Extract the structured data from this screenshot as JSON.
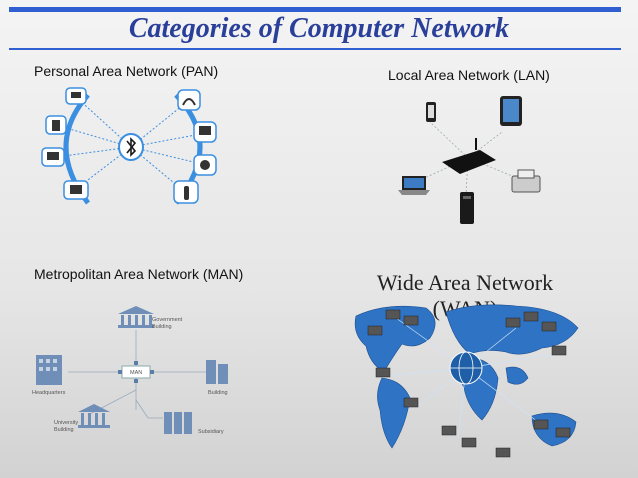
{
  "slide": {
    "title": "Categories of Computer Network"
  },
  "pan": {
    "label": "Personal Area Network  (PAN)",
    "center_icon": "bluetooth-icon",
    "left_devices": [
      "laptop-icon",
      "tablet-icon",
      "tv-icon",
      "printer-icon"
    ],
    "right_devices": [
      "headphones-icon",
      "monitor-icon",
      "speaker-icon",
      "joystick-icon"
    ],
    "accent": "#3b8fe0"
  },
  "lan": {
    "label": "Local Area Network (LAN)",
    "devices": [
      "phone-icon",
      "tablet-icon",
      "router-icon",
      "laptop-icon",
      "printer-icon",
      "tower-icon"
    ]
  },
  "man": {
    "label": "Metropolitan Area Network (MAN)",
    "hub_label": "MAN",
    "nodes": {
      "government": [
        "Government",
        "Building"
      ],
      "headquarters": "Headquarters",
      "building": "Building",
      "university": [
        "University",
        "Building"
      ],
      "subsidiary": "Subsidiary"
    }
  },
  "wan": {
    "label": "Wide Area Network (WAN)",
    "land_color": "#2f73c4",
    "globe_color": "#1f5fa8"
  }
}
